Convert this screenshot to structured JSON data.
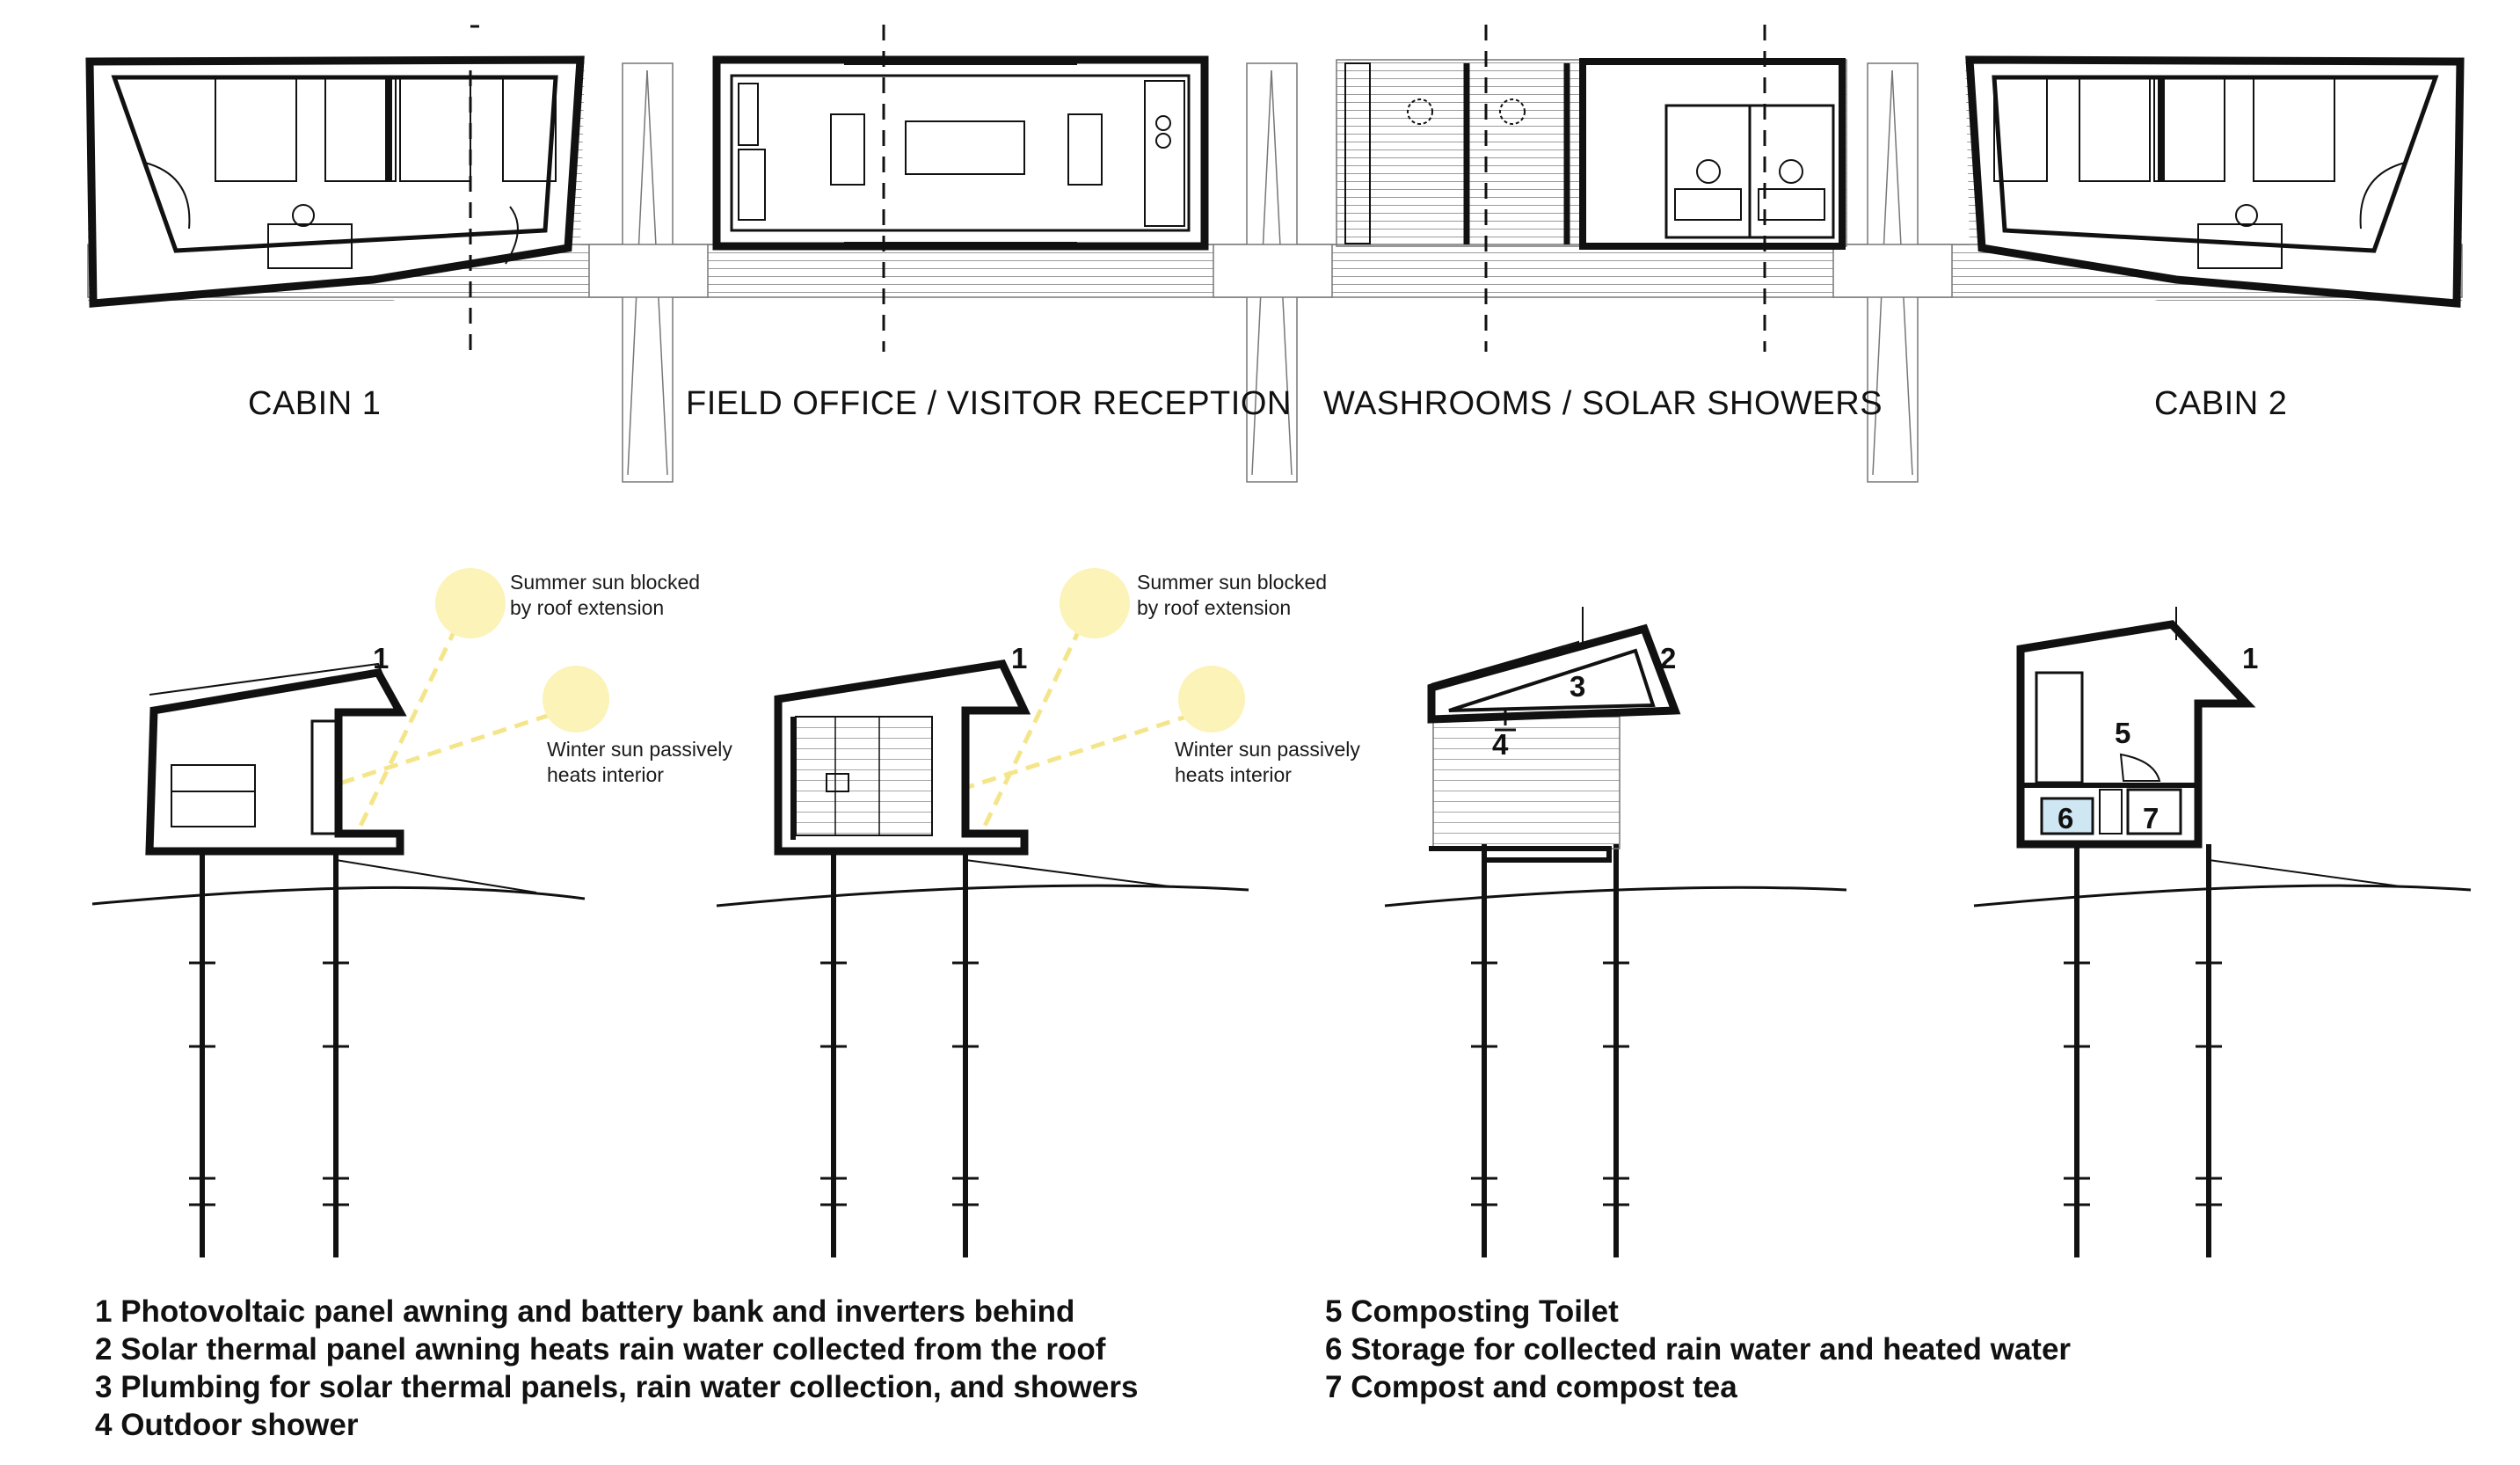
{
  "units": {
    "cabin1": "CABIN 1",
    "field_office": "FIELD OFFICE / VISITOR RECEPTION",
    "washrooms": "WASHROOMS / SOLAR SHOWERS",
    "cabin2": "CABIN 2"
  },
  "sun_notes": {
    "summer": "Summer sun blocked\nby roof extension",
    "winter": "Winter sun passively\nheats interior"
  },
  "callouts": {
    "n1": "1",
    "n2": "2",
    "n3": "3",
    "n4": "4",
    "n5": "5",
    "n6": "6",
    "n7": "7"
  },
  "legend": {
    "item1": "1 Photovoltaic panel awning and battery bank and inverters behind",
    "item2": "2 Solar thermal panel awning heats rain water collected from the roof",
    "item3": "3 Plumbing for solar thermal panels, rain water collection, and showers",
    "item4": "4 Outdoor shower",
    "item5": "5 Composting Toilet",
    "item6": "6 Storage for collected rain water and heated water",
    "item7": "7 Compost and compost tea"
  },
  "colors": {
    "line": "#111111",
    "sun": "#fbf3b8",
    "sun_ray": "#f5e58a",
    "water_tank": "#cfe6f3"
  }
}
